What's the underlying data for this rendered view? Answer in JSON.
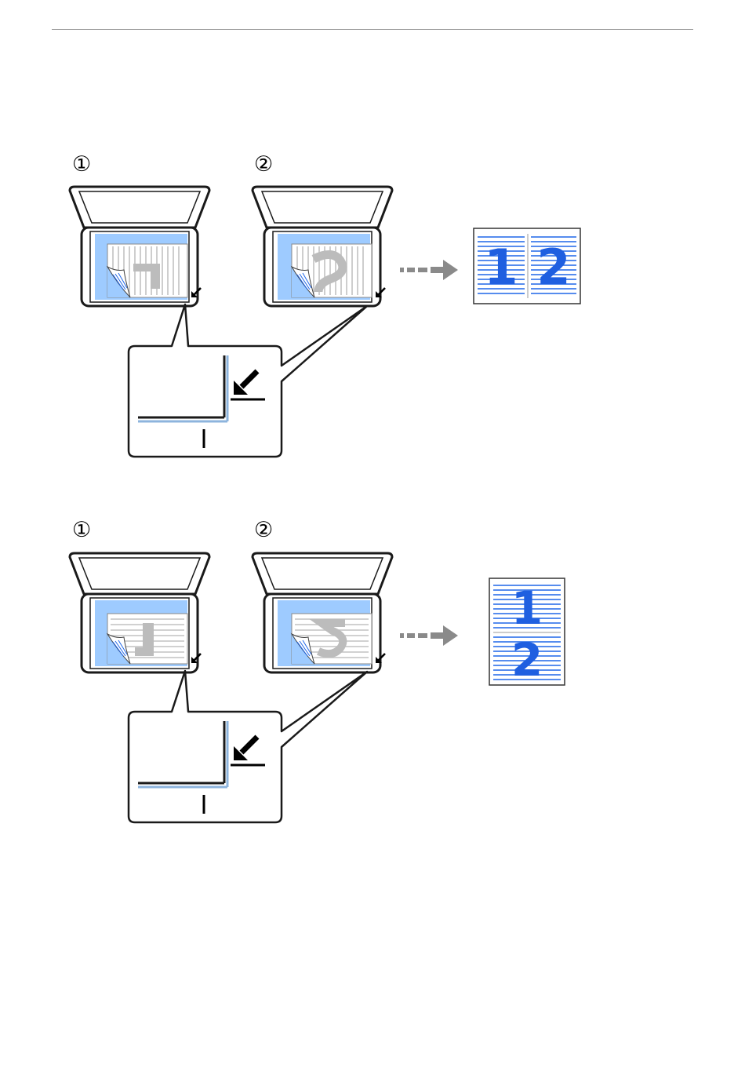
{
  "figures": [
    {
      "id": "landscape-2up",
      "steps": [
        {
          "label": "①"
        },
        {
          "label": "②"
        }
      ],
      "pages": [
        {
          "number": "1",
          "glyph_orientation": "rotated-90"
        },
        {
          "number": "2",
          "glyph_orientation": "rotated-90"
        }
      ],
      "result": {
        "layout": "side-by-side",
        "numbers": [
          "1",
          "2"
        ]
      }
    },
    {
      "id": "portrait-2up",
      "steps": [
        {
          "label": "①"
        },
        {
          "label": "②"
        }
      ],
      "pages": [
        {
          "number": "1",
          "glyph_orientation": "rotated-180"
        },
        {
          "number": "2",
          "glyph_orientation": "rotated-180"
        }
      ],
      "result": {
        "layout": "stacked",
        "numbers": [
          "1",
          "2"
        ]
      }
    }
  ],
  "icons": [
    "scanner-lid-icon",
    "page-curl-icon",
    "alignment-arrow-icon",
    "arrow-right-icon"
  ],
  "colors": {
    "glass_blue": "#9ecbff",
    "line_blue": "#1f66e8",
    "digit_blue": "#1f5fe0",
    "paper_grey": "#bcbcbc",
    "arrow_grey": "#8a8a8a",
    "outline": "#1a1a1a"
  }
}
